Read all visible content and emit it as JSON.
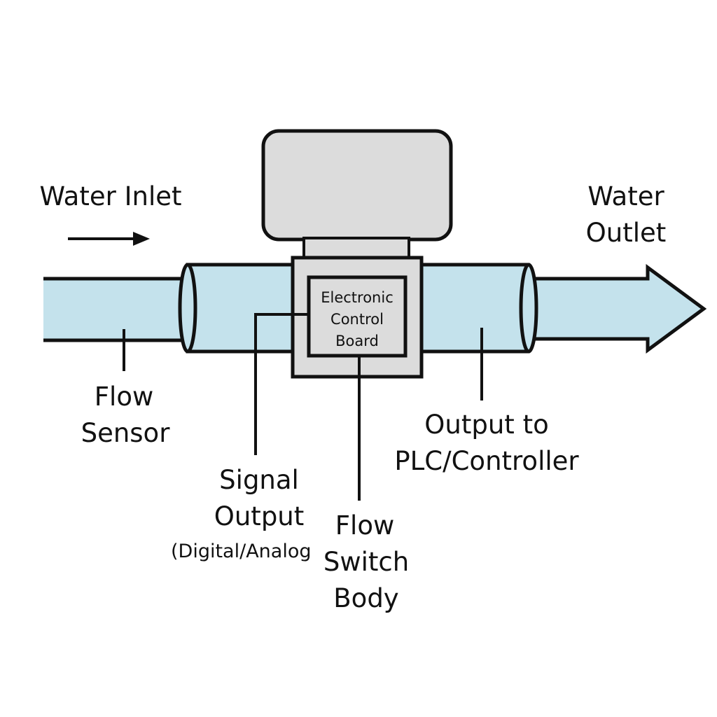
{
  "labels": {
    "water_inlet": "Water Inlet",
    "water_outlet_line1": "Water",
    "water_outlet_line2": "Outlet",
    "control_board_line1": "Electronic",
    "control_board_line2": "Control",
    "control_board_line3": "Board",
    "flow_sensor_line1": "Flow",
    "flow_sensor_line2": "Sensor",
    "signal_output_line1": "Signal",
    "signal_output_line2": "Output",
    "signal_output_line3": "(Digital/Analog",
    "flow_switch_line1": "Flow",
    "flow_switch_line2": "Switch",
    "flow_switch_line3": "Body",
    "plc_output_line1": "Output to",
    "plc_output_line2": "PLC/Controller"
  },
  "colors": {
    "water": "#c4e2ec",
    "housing": "#dcdcdc",
    "stroke": "#111111"
  }
}
